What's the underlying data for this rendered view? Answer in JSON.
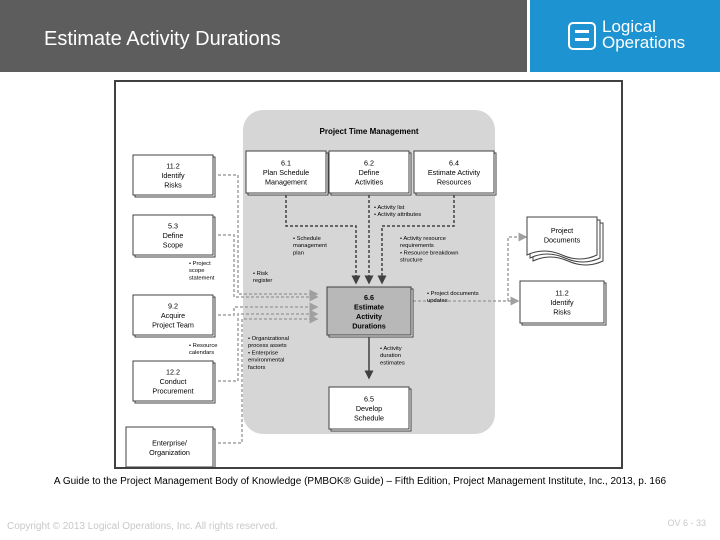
{
  "slide": {
    "title": "Estimate Activity Durations",
    "logo": {
      "line1": "Logical",
      "line2": "Operations"
    },
    "caption": "A Guide to the Project Management Body of Knowledge (PMBOK® Guide) – Fifth Edition, Project Management Institute, Inc., 2013, p. 166",
    "copyright": "Copyright © 2013 Logical Operations, Inc. All rights reserved.",
    "page": "OV 6 - 33"
  },
  "colors": {
    "header": "#5d5d5d",
    "logo_bg": "#1e93d2",
    "panel": "#d6d6d6",
    "box_border": "#404040",
    "arrow": "#a0a0a0",
    "arrow_dark": "#404040"
  },
  "diagram": {
    "panel_title": "Project Time Management",
    "top_processes": [
      {
        "num": "6.1",
        "name": [
          "Plan Schedule",
          "Management"
        ]
      },
      {
        "num": "6.2",
        "name": [
          "Define",
          "Activities"
        ]
      },
      {
        "num": "6.4",
        "name": [
          "Estimate Activity",
          "Resources"
        ]
      }
    ],
    "center": {
      "num": "6.6",
      "name": [
        "Estimate",
        "Activity",
        "Durations"
      ]
    },
    "bottom_process": {
      "num": "6.5",
      "name": [
        "Develop",
        "Schedule"
      ]
    },
    "left_boxes": [
      {
        "num": "11.2",
        "name": [
          "Identify",
          "Risks"
        ]
      },
      {
        "num": "5.3",
        "name": [
          "Define",
          "Scope"
        ]
      },
      {
        "num": "9.2",
        "name": [
          "Acquire",
          "Project Team"
        ]
      },
      {
        "num": "12.2",
        "name": [
          "Conduct",
          "Procurement"
        ]
      },
      {
        "num": "",
        "name": [
          "Enterprise/",
          "Organization"
        ]
      }
    ],
    "right_doc": [
      "Project",
      "Documents"
    ],
    "right_box": {
      "num": "11.2",
      "name": [
        "Identify",
        "Risks"
      ]
    },
    "labels": {
      "activity": [
        "• Activity list",
        "• Activity attributes"
      ],
      "schedule_plan": [
        "• Schedule",
        "management",
        "plan"
      ],
      "resource": [
        "• Activity resource",
        "requirements",
        "• Resource breakdown",
        "structure"
      ],
      "project_docs": [
        "• Project documents",
        "updates"
      ],
      "scope": [
        "• Project",
        "scope",
        "statement"
      ],
      "risk": [
        "• Risk",
        "register"
      ],
      "calendars": [
        "• Resource",
        "calendars"
      ],
      "enterprise": [
        "• Organizational",
        "process assets",
        "• Enterprise",
        "environmental",
        "factors"
      ],
      "duration": [
        "• Activity",
        "duration",
        "estimates"
      ]
    }
  }
}
